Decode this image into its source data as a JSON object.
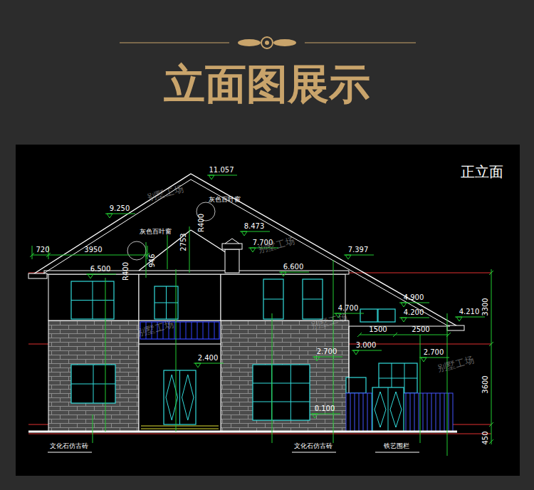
{
  "diagram": {
    "title": "立面图展示",
    "labels": [
      "正立面",
      "11.057",
      "9.250",
      "灰色百叶窗",
      "灰色百叶窗",
      "8.473",
      "2753",
      "R400",
      "7.700",
      "720",
      "3950",
      "946",
      "7.397",
      "R400",
      "6.500",
      "6.600",
      "4.900",
      "3300",
      "4.700",
      "4.200",
      "4.210",
      "1500",
      "2500",
      "3.000",
      "2.700",
      "2.700",
      "2.400",
      "3600",
      "0.100",
      "450",
      "文化石仿古砖",
      "文化石仿古砖",
      "铁艺围栏",
      "别墅工场",
      "别墅工场",
      "别墅工场",
      "别墅工场",
      "别墅工场"
    ]
  }
}
